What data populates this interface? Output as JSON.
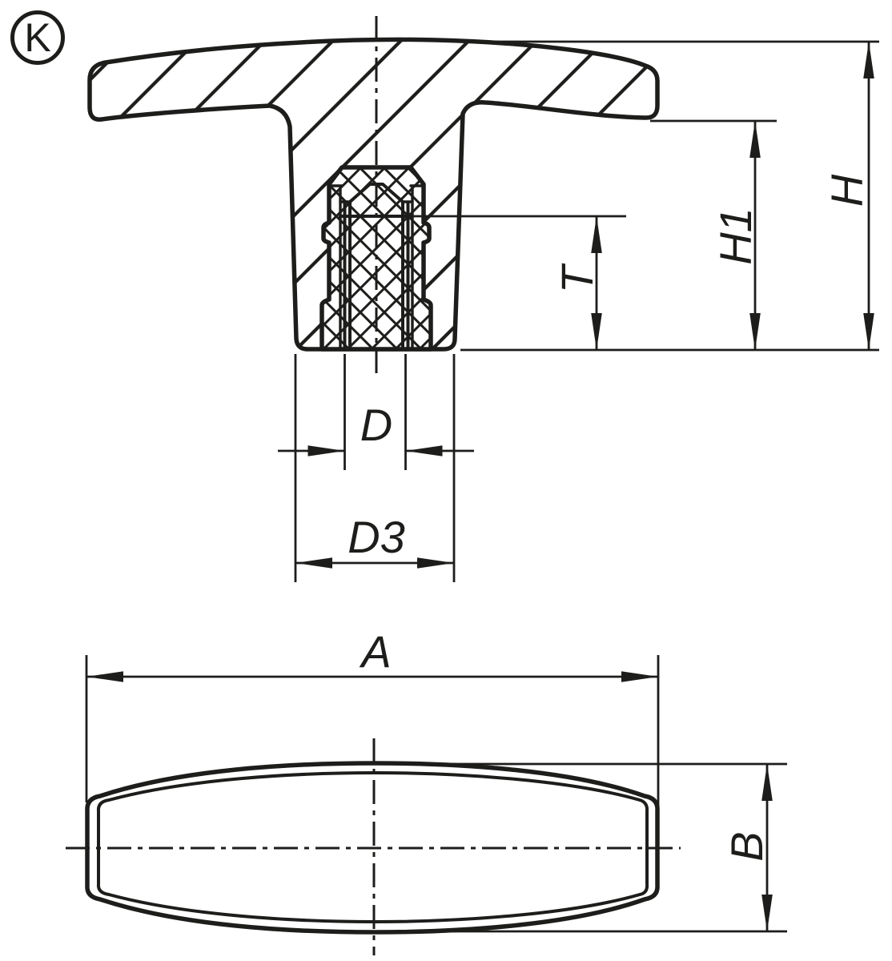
{
  "colors": {
    "line": "#1d1d1b",
    "background": "#ffffff"
  },
  "view_marker": {
    "label": "K"
  },
  "dimensions": {
    "overall_height": "H",
    "hub_height": "H1",
    "thread_depth": "T",
    "thread_diameter": "D",
    "hub_diameter": "D3",
    "handle_length": "A",
    "handle_width": "B"
  }
}
